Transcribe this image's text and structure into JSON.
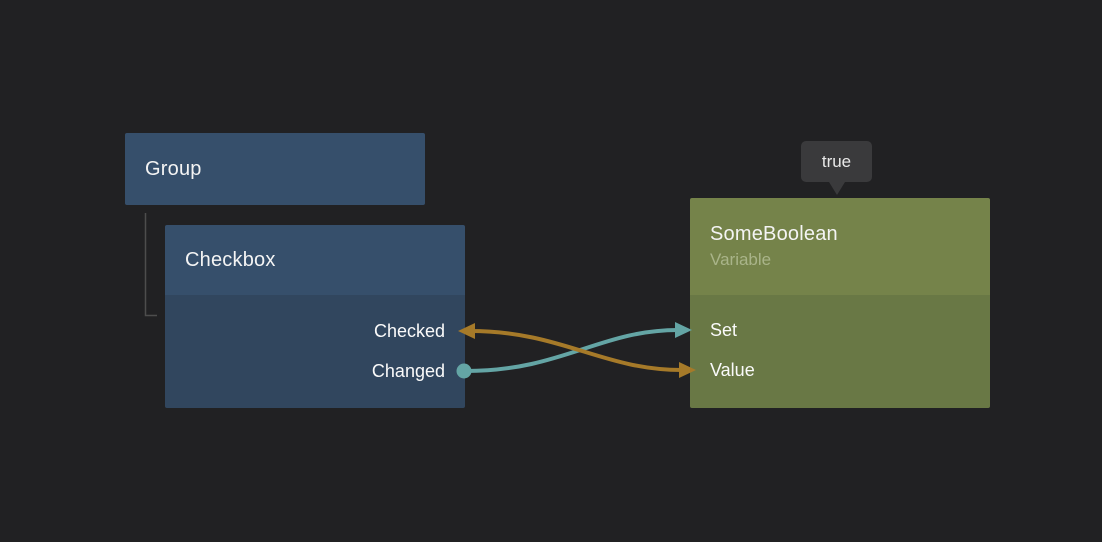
{
  "canvas": {
    "background": "#212123",
    "hierarchy_line_color": "#4d4d4d"
  },
  "nodes": {
    "group": {
      "title": "Group",
      "header_color": "#364f6b"
    },
    "checkbox": {
      "title": "Checkbox",
      "header_color": "#364f6b",
      "body_color": "#31465e",
      "ports": [
        {
          "label": "Checked"
        },
        {
          "label": "Changed"
        }
      ]
    },
    "variable": {
      "title": "SomeBoolean",
      "subtitle": "Variable",
      "header_color": "#75834a",
      "body_color": "#697845",
      "ports": [
        {
          "label": "Set"
        },
        {
          "label": "Value"
        }
      ]
    }
  },
  "tooltip": {
    "text": "true",
    "background": "#3a3a3c"
  },
  "connections": [
    {
      "id": "changed-to-set",
      "from": "Changed",
      "to": "Set",
      "color": "#64a5a5"
    },
    {
      "id": "checked-to-value",
      "from": "Checked",
      "to": "Value",
      "color": "#a67a29"
    }
  ]
}
